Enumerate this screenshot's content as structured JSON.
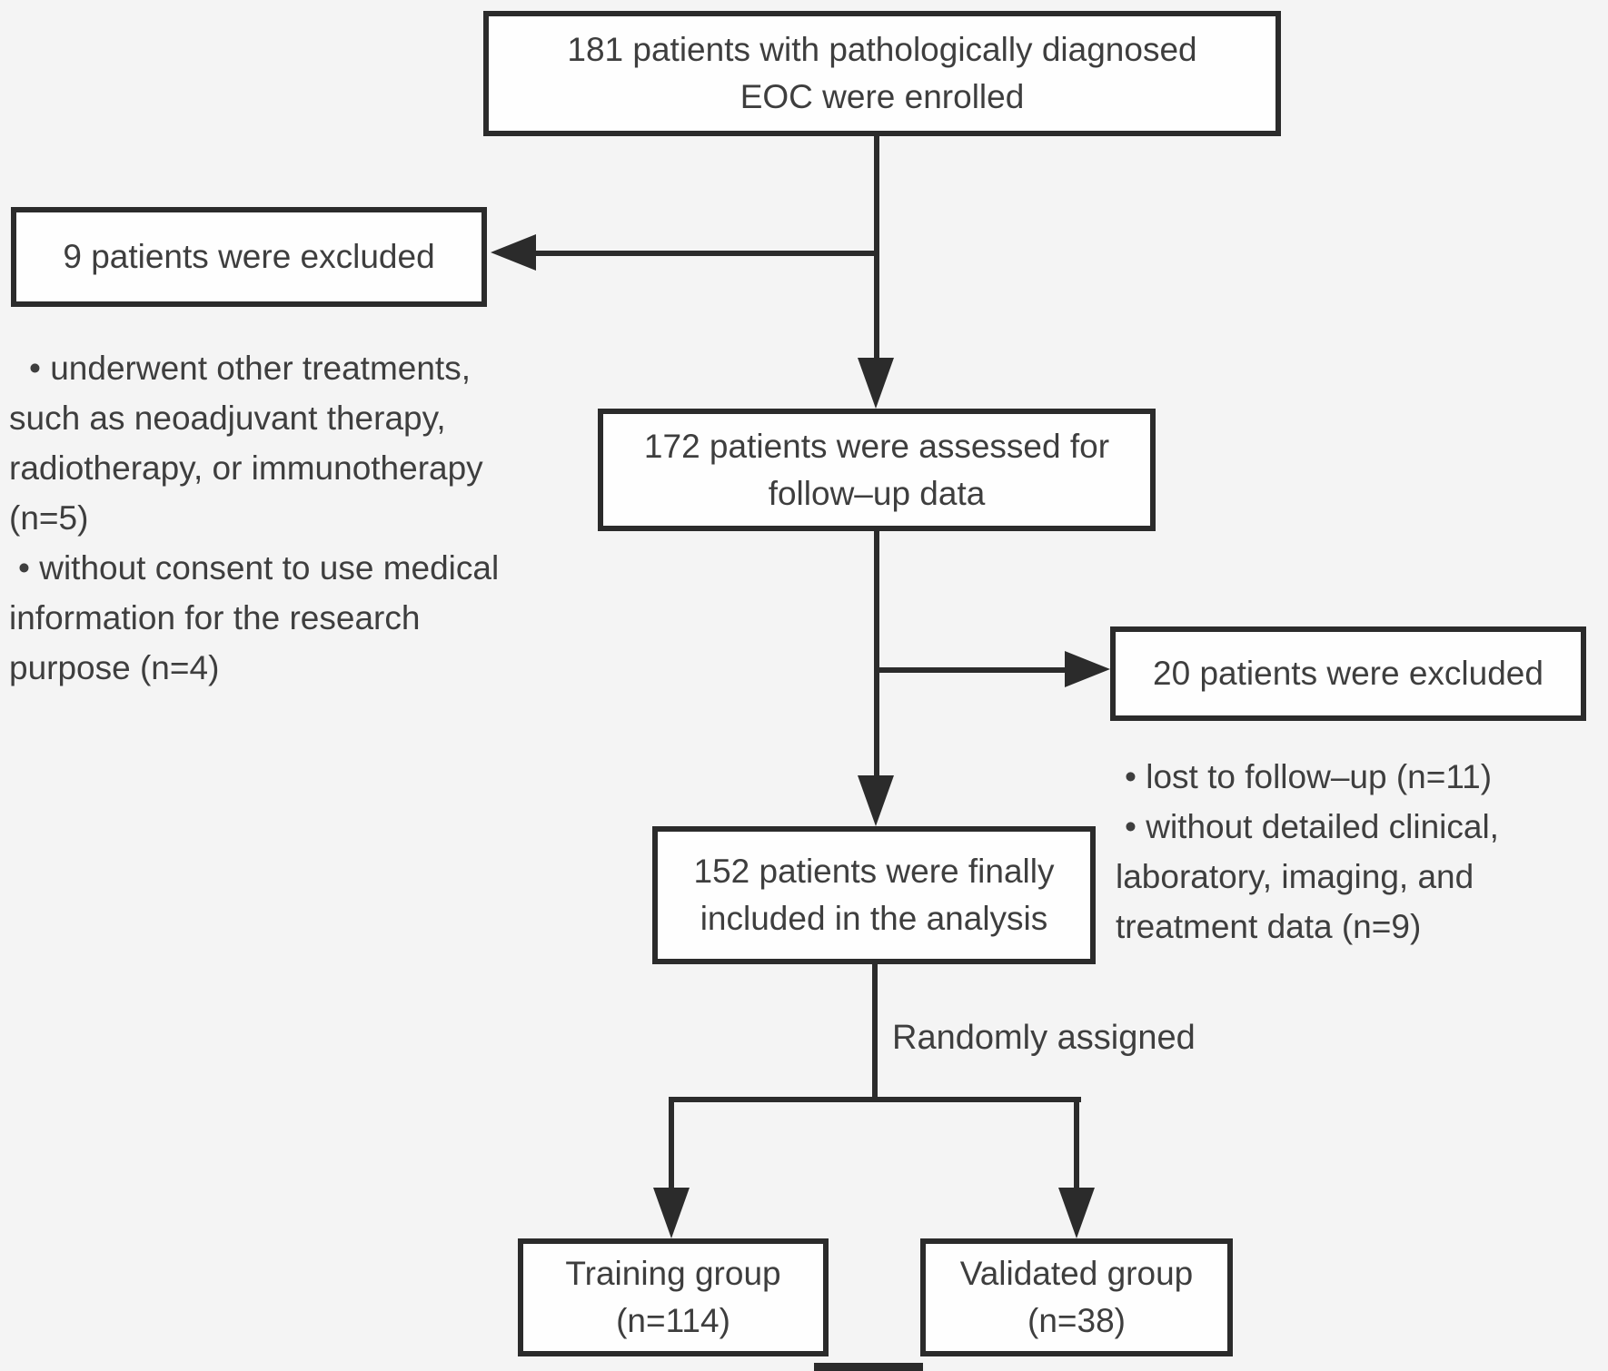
{
  "colors": {
    "background": "#f4f4f4",
    "box_fill": "#fefefe",
    "line": "#2b2b2b",
    "text": "#3e3e3e"
  },
  "boxes": {
    "enrolled": {
      "line1": "181 patients with pathologically diagnosed",
      "line2": "EOC were enrolled"
    },
    "excluded9": {
      "line1": "9 patients were excluded"
    },
    "assessed": {
      "line1": "172 patients were assessed for",
      "line2": "follow–up data"
    },
    "excluded20": {
      "line1": "20 patients were excluded"
    },
    "included": {
      "line1": "152 patients were finally",
      "line2": "included in the analysis"
    },
    "training": {
      "line1": "Training group",
      "line2": "(n=114)"
    },
    "validated": {
      "line1": "Validated group",
      "line2": "(n=38)"
    }
  },
  "notes": {
    "left": {
      "lines": [
        "• underwent other treatments,",
        "such as neoadjuvant therapy,",
        "radiotherapy, or immunotherapy",
        "(n=5)",
        "• without consent to use medical",
        "information for the research",
        "purpose (n=4)"
      ]
    },
    "right": {
      "lines": [
        "• lost to follow–up (n=11)",
        "• without detailed clinical,",
        "laboratory, imaging, and",
        "treatment data (n=9)"
      ]
    }
  },
  "labels": {
    "randomly_assigned": "Randomly assigned"
  }
}
